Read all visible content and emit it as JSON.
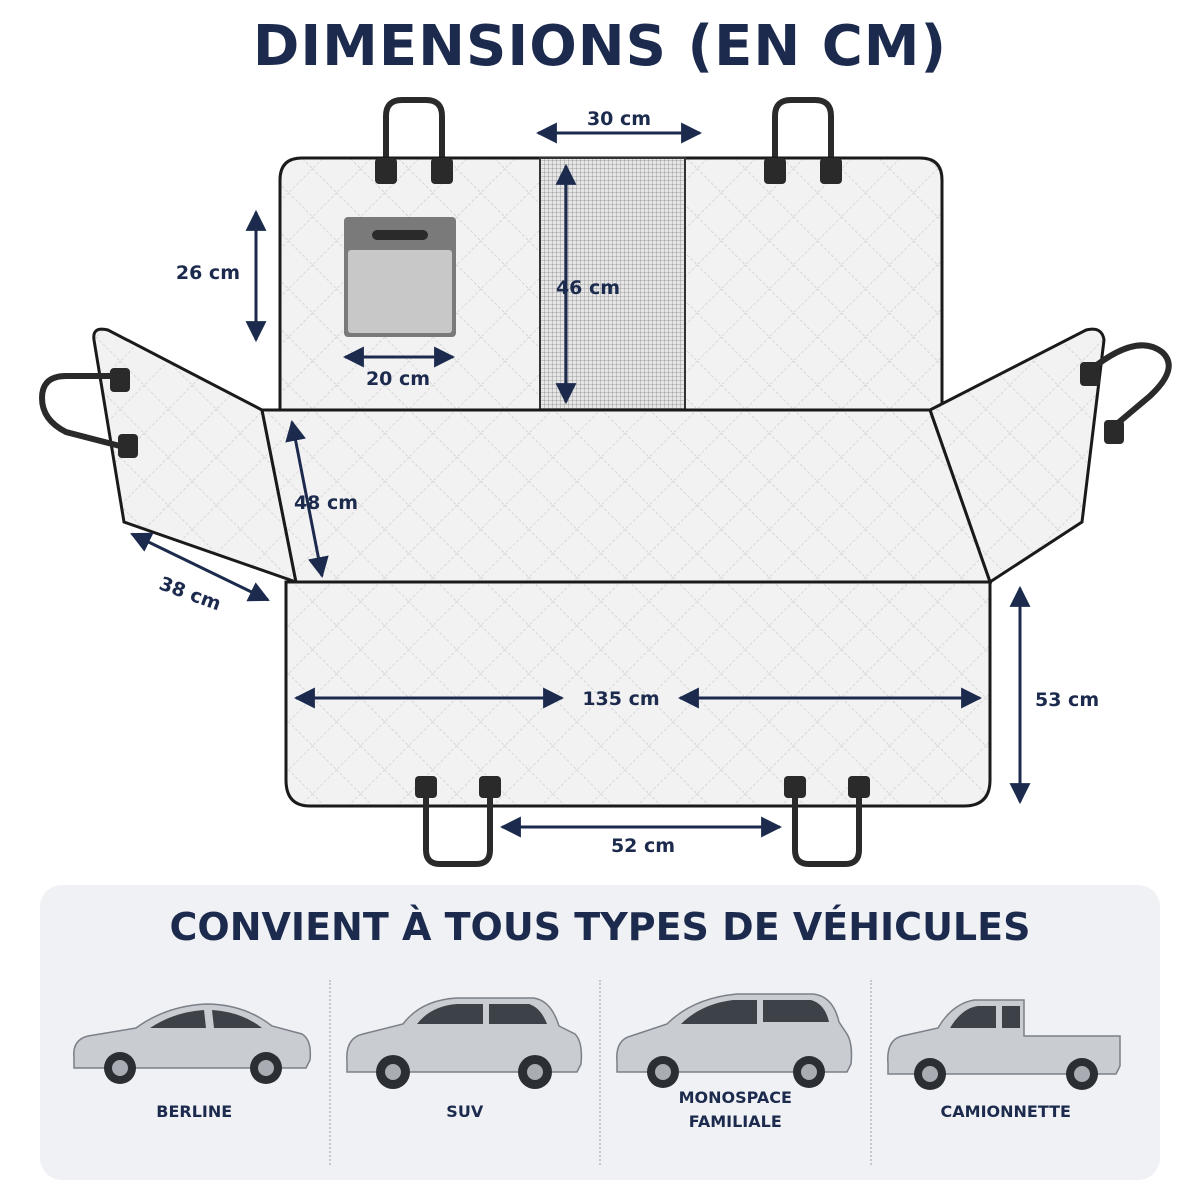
{
  "title": "DIMENSIONS (EN CM)",
  "dimensions": {
    "top_strip_width": "30 cm",
    "pocket_height": "26 cm",
    "strip_height": "46 cm",
    "pocket_width": "20 cm",
    "seat_depth": "48 cm",
    "flap_width": "38 cm",
    "total_width": "135 cm",
    "front_height": "53 cm",
    "strap_spacing": "52 cm"
  },
  "compatibility": {
    "title": "CONVIENT À TOUS TYPES DE VÉHICULES",
    "vehicles": [
      {
        "label": "BERLINE",
        "icon": "sedan-car-icon"
      },
      {
        "label": "SUV",
        "icon": "suv-car-icon"
      },
      {
        "label": "MONOSPACE\nFAMILIALE",
        "icon": "minivan-car-icon"
      },
      {
        "label": "CAMIONNETTE",
        "icon": "pickup-truck-icon"
      }
    ]
  },
  "colors": {
    "navy": "#1c2b4d",
    "fabric": "#f1f1f1",
    "border": "#1a1a1a",
    "car": "#c9ccd0"
  }
}
